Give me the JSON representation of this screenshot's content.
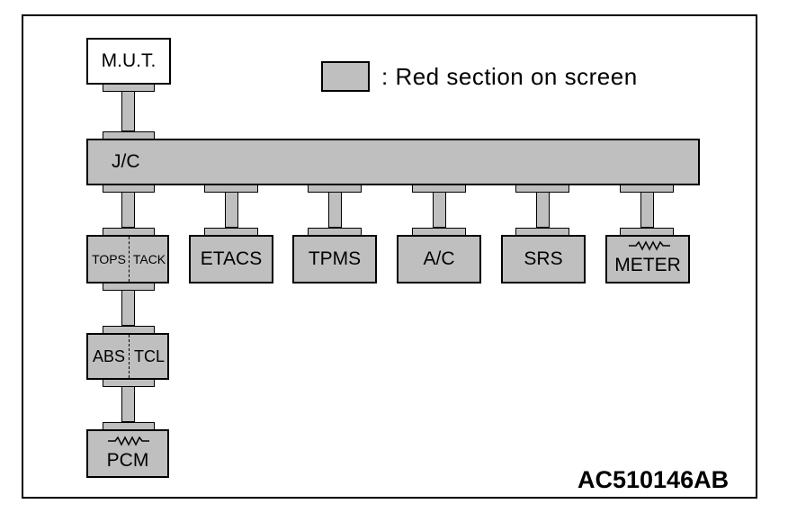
{
  "legend": {
    "text": ": Red section on screen"
  },
  "nodes": {
    "mut": "M.U.T.",
    "jc": "J/C",
    "tops": "TOPS",
    "tack": "TACK",
    "abs": "ABS",
    "tcl": "TCL",
    "pcm": "PCM",
    "etacs": "ETACS",
    "tpms": "TPMS",
    "ac": "A/C",
    "srs": "SRS",
    "meter": "METER"
  },
  "figure_id": "AC510146AB",
  "colors": {
    "red_section": "#bfbfbf",
    "outline": "#000000"
  }
}
